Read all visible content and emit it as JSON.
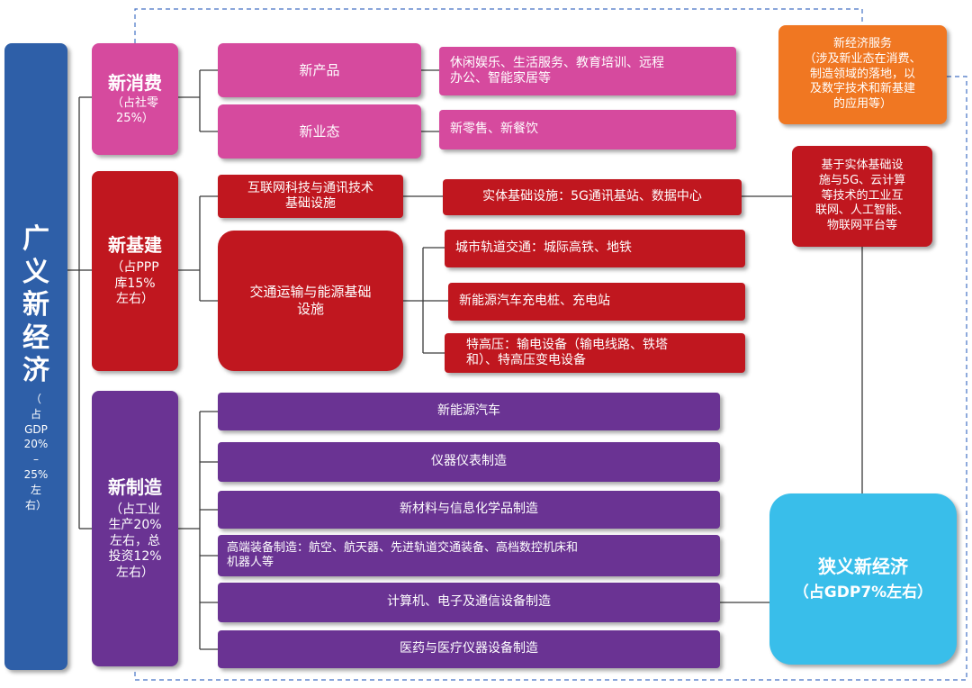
{
  "colors": {
    "blue": "#2E5FA8",
    "pink": "#D64A9E",
    "red": "#C0171F",
    "purple": "#6A3393",
    "orange": "#F07722",
    "cyan": "#39BEEA",
    "connector": "#3a3a3a",
    "dashed": "#4472C4"
  },
  "root": {
    "title": "广\n义\n新\n经\n济",
    "subtitle": "（\n占\nGDP\n20%\n–\n25%\n左\n右）"
  },
  "categories": {
    "consumption": {
      "title": "新消费",
      "note": "（占社零\n25%）"
    },
    "infrastructure": {
      "title": "新基建",
      "note": "（占PPP\n库15%\n左右）"
    },
    "manufacturing": {
      "title": "新制造",
      "note": "（占工业\n生产20%\n左右，总\n投资12%\n左右）"
    }
  },
  "consumption_items": {
    "new_products": "新产品",
    "new_formats": "新业态",
    "products_detail": "休闲娱乐、生活服务、教育培训、远程\n办公、智能家居等",
    "formats_detail": "新零售、新餐饮"
  },
  "infrastructure_items": {
    "internet_tech": "互联网科技与通讯技术\n基础设施",
    "physical_infra": "实体基础设施：5G通讯基站、数据中心",
    "transport_energy": "交通运输与能源基础\n设施",
    "rail_transit": "城市轨道交通：城际高铁、地铁",
    "ev_charging": "新能源汽车充电桩、充电站",
    "uhv": "特高压：输电设备（输电线路、铁塔\n和）、特高压变电设备"
  },
  "manufacturing_items": [
    "新能源汽车",
    "仪器仪表制造",
    "新材料与信息化学品制造",
    "高端装备制造：航空、航天器、先进轨道交通装备、高档数控机床和\n机器人等",
    "计算机、电子及通信设备制造",
    "医药与医疗仪器设备制造"
  ],
  "right_side": {
    "economy_services": "新经济服务\n（涉及新业态在消费、\n制造领域的落地，以\n及数字技术和新基建\n的应用等）",
    "industrial_internet": "基于实体基础设\n施与5G、云计算\n等技术的工业互\n联网、人工智能、\n物联网平台等",
    "narrow_title": "狭义新经济",
    "narrow_note": "（占GDP7%左右）"
  }
}
